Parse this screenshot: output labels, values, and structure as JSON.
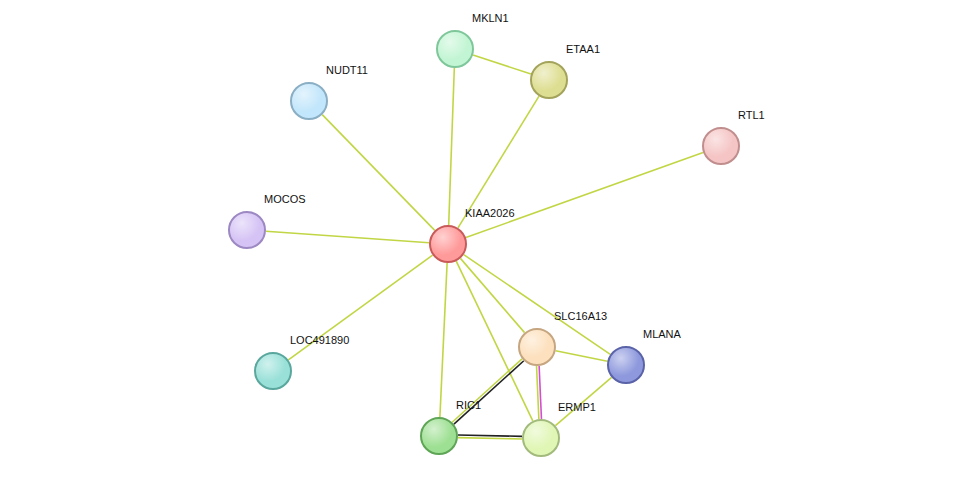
{
  "diagram": {
    "nodes": [
      {
        "text": [
          "MKLN1"
        ]
      },
      {
        "text": [
          "ETAA1"
        ]
      },
      {
        "text": [
          "NUDT11"
        ]
      },
      {
        "text": [
          "RTL1"
        ]
      },
      {
        "text": [
          "MOCOS"
        ]
      },
      {
        "text": [
          "KIAA2026"
        ]
      },
      {
        "text": [
          "SLC16A13"
        ]
      },
      {
        "text": [
          "LOC491890"
        ]
      },
      {
        "text": [
          "MLANA"
        ]
      },
      {
        "text": [
          "RIC1"
        ]
      },
      {
        "text": [
          "ERMP1"
        ]
      }
    ],
    "edges": [
      {
        "from": 5,
        "to": 0,
        "arrow": "none"
      },
      {
        "from": 5,
        "to": 1,
        "arrow": "none"
      },
      {
        "from": 0,
        "to": 1,
        "arrow": "none"
      },
      {
        "from": 5,
        "to": 2,
        "arrow": "none"
      },
      {
        "from": 5,
        "to": 3,
        "arrow": "none"
      },
      {
        "from": 5,
        "to": 4,
        "arrow": "none"
      },
      {
        "from": 5,
        "to": 7,
        "arrow": "none"
      },
      {
        "from": 5,
        "to": 9,
        "arrow": "none"
      },
      {
        "from": 5,
        "to": 10,
        "arrow": "none"
      },
      {
        "from": 5,
        "to": 6,
        "arrow": "none"
      },
      {
        "from": 5,
        "to": 8,
        "arrow": "none"
      },
      {
        "from": 6,
        "to": 8,
        "arrow": "none"
      },
      {
        "from": 6,
        "to": 9,
        "arrow": "none"
      },
      {
        "from": 6,
        "to": 10,
        "arrow": "none"
      },
      {
        "from": 9,
        "to": 10,
        "arrow": "none"
      },
      {
        "from": 8,
        "to": 10,
        "arrow": "none"
      }
    ]
  }
}
